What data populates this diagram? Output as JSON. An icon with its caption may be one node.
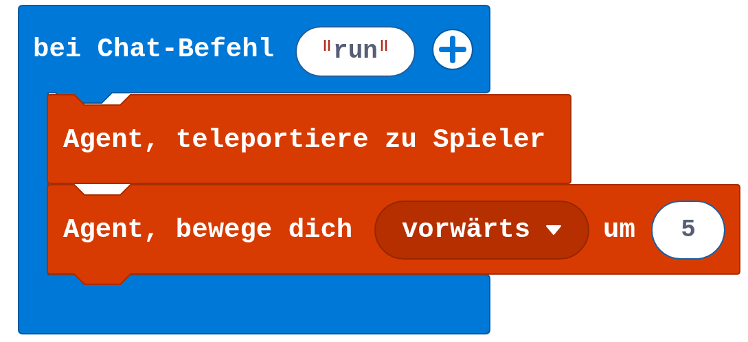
{
  "diagram": {
    "nodes": [
      {
        "text": [
          "bei Chat-Befehl"
        ]
      },
      {
        "text": [
          "run"
        ],
        "in": 0
      },
      {
        "text": [
          "Agent, teleportiere zu Spieler"
        ]
      },
      {
        "text": [
          "Agent, bewege dich",
          "um"
        ]
      },
      {
        "text": [
          "vorwärts"
        ],
        "in": 3
      },
      {
        "text": [
          "5"
        ],
        "in": 3
      }
    ]
  }
}
